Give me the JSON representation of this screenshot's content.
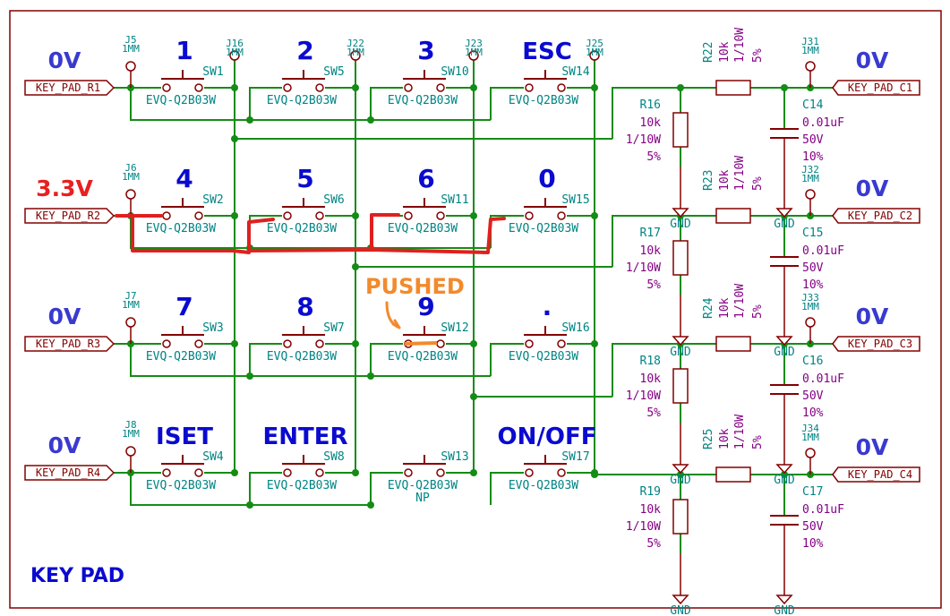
{
  "title": "KEY PAD",
  "annotation": "PUSHED",
  "rows": [
    {
      "port": "KEY_PAD_R1",
      "voltage": "0V",
      "jumper": "J5",
      "jumper_val": "1MM"
    },
    {
      "port": "KEY_PAD_R2",
      "voltage": "3.3V",
      "jumper": "J6",
      "jumper_val": "1MM"
    },
    {
      "port": "KEY_PAD_R3",
      "voltage": "0V",
      "jumper": "J7",
      "jumper_val": "1MM"
    },
    {
      "port": "KEY_PAD_R4",
      "voltage": "0V",
      "jumper": "J8",
      "jumper_val": "1MM"
    }
  ],
  "columns": [
    {
      "port": "KEY_PAD_C1",
      "voltage": "0V",
      "jumper": "J31",
      "jumper_val": "1MM",
      "r_ser": "R22",
      "r_ser_vals": [
        "10k",
        "1/10W",
        "5%"
      ],
      "r_pd": "R16",
      "r_pd_vals": [
        "10k",
        "1/10W",
        "5%"
      ],
      "cap": "C14",
      "cap_vals": [
        "0.01uF",
        "50V",
        "10%"
      ],
      "gnd": "GND"
    },
    {
      "port": "KEY_PAD_C2",
      "voltage": "0V",
      "jumper": "J32",
      "jumper_val": "1MM",
      "r_ser": "R23",
      "r_ser_vals": [
        "10k",
        "1/10W",
        "5%"
      ],
      "r_pd": "R17",
      "r_pd_vals": [
        "10k",
        "1/10W",
        "5%"
      ],
      "cap": "C15",
      "cap_vals": [
        "0.01uF",
        "50V",
        "10%"
      ],
      "gnd": "GND"
    },
    {
      "port": "KEY_PAD_C3",
      "voltage": "0V",
      "jumper": "J33",
      "jumper_val": "1MM",
      "r_ser": "R24",
      "r_ser_vals": [
        "10k",
        "1/10W",
        "5%"
      ],
      "r_pd": "R18",
      "r_pd_vals": [
        "10k",
        "1/10W",
        "5%"
      ],
      "cap": "C16",
      "cap_vals": [
        "0.01uF",
        "50V",
        "10%"
      ],
      "gnd": "GND"
    },
    {
      "port": "KEY_PAD_C4",
      "voltage": "0V",
      "jumper": "J34",
      "jumper_val": "1MM",
      "r_ser": "R25",
      "r_ser_vals": [
        "10k",
        "1/10W",
        "5%"
      ],
      "r_pd": "R19",
      "r_pd_vals": [
        "10k",
        "1/10W",
        "5%"
      ],
      "cap": "C17",
      "cap_vals": [
        "0.01uF",
        "50V",
        "10%"
      ],
      "gnd": "GND"
    }
  ],
  "col_jumpers": [
    {
      "ref": "J16",
      "val": "1MM"
    },
    {
      "ref": "J22",
      "val": "1MM"
    },
    {
      "ref": "J23",
      "val": "1MM"
    },
    {
      "ref": "J25",
      "val": "1MM"
    }
  ],
  "switches": [
    [
      {
        "key": "1",
        "ref": "SW1",
        "part": "EVQ-Q2B03W"
      },
      {
        "key": "2",
        "ref": "SW5",
        "part": "EVQ-Q2B03W"
      },
      {
        "key": "3",
        "ref": "SW10",
        "part": "EVQ-Q2B03W"
      },
      {
        "key": "ESC",
        "ref": "SW14",
        "part": "EVQ-Q2B03W"
      }
    ],
    [
      {
        "key": "4",
        "ref": "SW2",
        "part": "EVQ-Q2B03W"
      },
      {
        "key": "5",
        "ref": "SW6",
        "part": "EVQ-Q2B03W"
      },
      {
        "key": "6",
        "ref": "SW11",
        "part": "EVQ-Q2B03W"
      },
      {
        "key": "0",
        "ref": "SW15",
        "part": "EVQ-Q2B03W"
      }
    ],
    [
      {
        "key": "7",
        "ref": "SW3",
        "part": "EVQ-Q2B03W"
      },
      {
        "key": "8",
        "ref": "SW7",
        "part": "EVQ-Q2B03W"
      },
      {
        "key": "9",
        "ref": "SW12",
        "part": "EVQ-Q2B03W"
      },
      {
        "key": ".",
        "ref": "SW16",
        "part": "EVQ-Q2B03W"
      }
    ],
    [
      {
        "key": "ISET",
        "ref": "SW4",
        "part": "EVQ-Q2B03W"
      },
      {
        "key": "ENTER",
        "ref": "SW8",
        "part": "EVQ-Q2B03W"
      },
      {
        "key": "",
        "ref": "SW13",
        "part": "EVQ-Q2B03W",
        "note": "NP"
      },
      {
        "key": "ON/OFF",
        "ref": "SW17",
        "part": "EVQ-Q2B03W"
      }
    ]
  ],
  "colors": {
    "wire": "#158c15",
    "symbol": "#840000",
    "ref_text": "#008484",
    "value_text": "#840084",
    "key_label": "#0a0ad0",
    "active_path": "#e02020",
    "annotation": "#f28a2c"
  }
}
